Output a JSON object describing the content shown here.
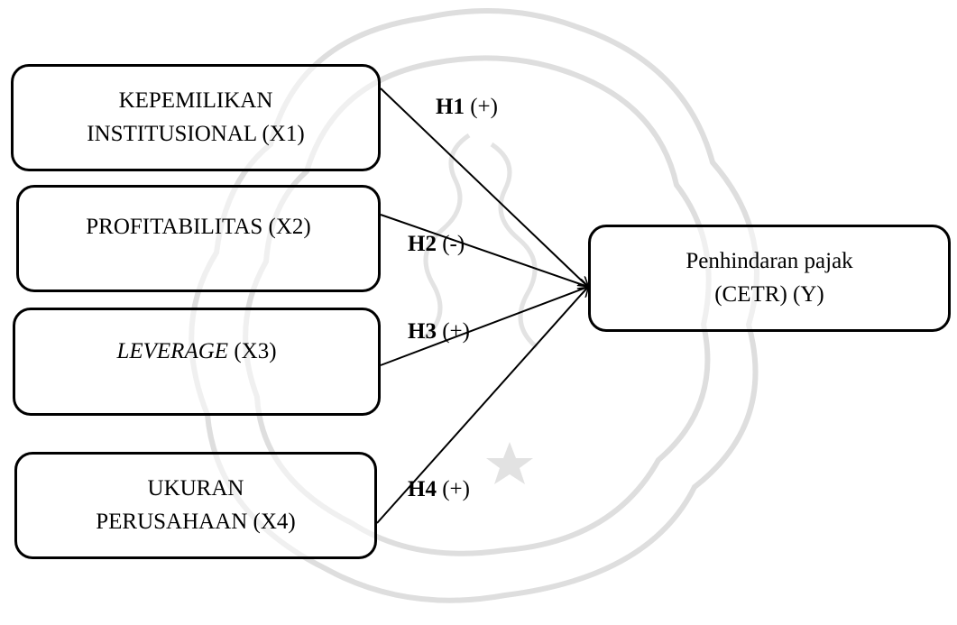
{
  "diagram": {
    "independent_variables": [
      {
        "id": "x1",
        "line1": "KEPEMILIKAN",
        "line2": "INSTITUSIONAL (X1)"
      },
      {
        "id": "x2",
        "line1": "PROFITABILITAS (X2)",
        "line2": ""
      },
      {
        "id": "x3",
        "italic": "LEVERAGE",
        "rest": " (X3)"
      },
      {
        "id": "x4",
        "line1": "UKURAN",
        "line2": "PERUSAHAAN (X4)"
      }
    ],
    "dependent_variable": {
      "line1": "Penhindaran pajak",
      "line2": "(CETR) (Y)"
    },
    "hypotheses": [
      {
        "code": "H1",
        "sign": "(+)"
      },
      {
        "code": "H2",
        "sign": "(-)"
      },
      {
        "code": "H3",
        "sign": "(+)"
      },
      {
        "code": "H4",
        "sign": "(+)"
      }
    ]
  },
  "colors": {
    "stroke": "#000000",
    "watermark": "#d9d9d9"
  }
}
